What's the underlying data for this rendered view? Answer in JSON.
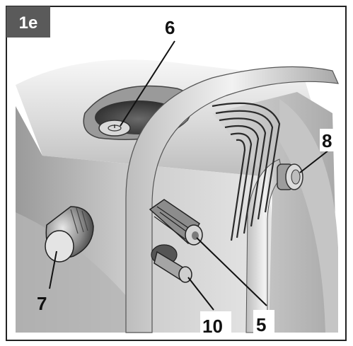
{
  "figure_label": "1e",
  "callouts": [
    {
      "id": "6",
      "label": "6"
    },
    {
      "id": "8",
      "label": "8"
    },
    {
      "id": "7",
      "label": "7"
    },
    {
      "id": "10",
      "label": "10"
    },
    {
      "id": "5",
      "label": "5"
    }
  ],
  "colors": {
    "badge": "#5a5a5a",
    "frame": "#222222",
    "line": "#111111"
  }
}
